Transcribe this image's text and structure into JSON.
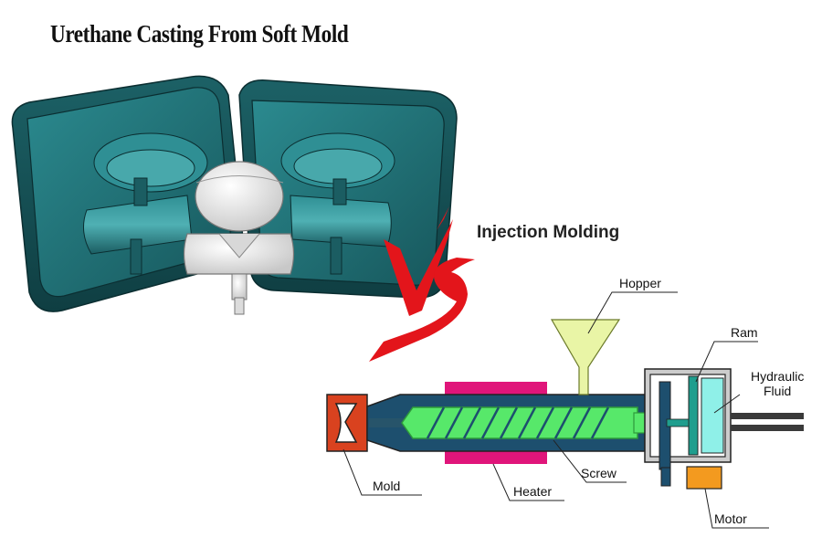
{
  "left_panel": {
    "title": "Urethane Casting From Soft Mold"
  },
  "vs_mark": {
    "text": "VS",
    "color": "#e3151b"
  },
  "right_panel": {
    "title": "Injection Molding",
    "labels": {
      "hopper": "Hopper",
      "ram": "Ram",
      "hydraulic_fluid_line1": "Hydraulic",
      "hydraulic_fluid_line2": "Fluid",
      "mold": "Mold",
      "heater": "Heater",
      "screw": "Screw",
      "motor": "Motor"
    }
  },
  "colors": {
    "mold_teal": "#1f6e74",
    "barrel": "#1d4f6e",
    "screw_green": "#57e86a",
    "heater_pink": "#e0157a",
    "mold_red": "#d9421f",
    "motor_orange": "#f39a1f",
    "hopper_yellow": "#e9f5a6",
    "hydraulic_cyan": "#8ff0e8",
    "ram_teal": "#1f9e8e"
  }
}
